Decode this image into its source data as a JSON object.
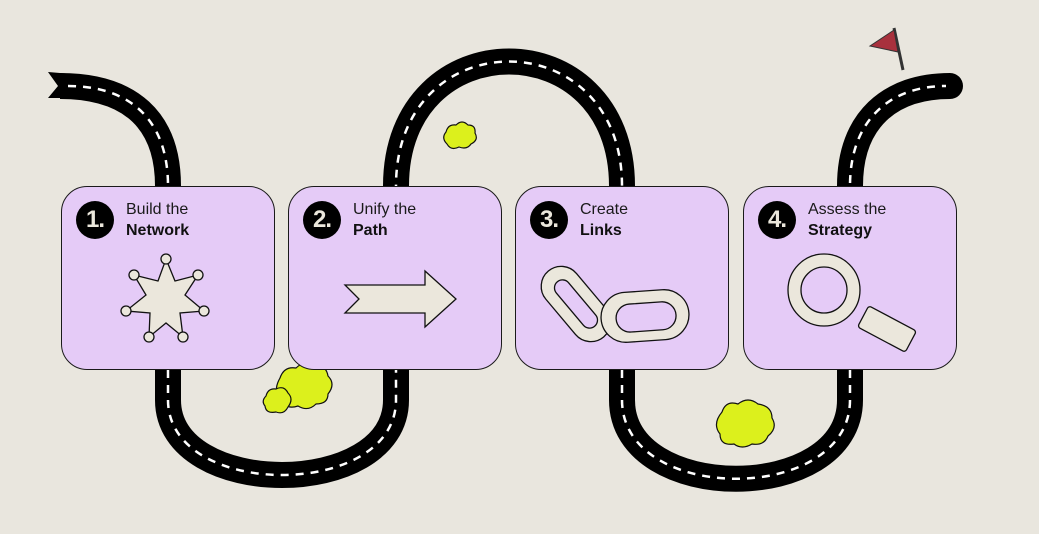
{
  "steps": [
    {
      "number": "1.",
      "line1": "Build the",
      "line2": "Network",
      "icon": "network-star-icon"
    },
    {
      "number": "2.",
      "line1": "Unify the",
      "line2": "Path",
      "icon": "arrow-right-icon"
    },
    {
      "number": "3.",
      "line1": "Create",
      "line2": "Links",
      "icon": "chain-link-icon"
    },
    {
      "number": "4.",
      "line1": "Assess the",
      "line2": "Strategy",
      "icon": "magnifier-icon"
    }
  ],
  "colors": {
    "background": "#e9e6de",
    "card": "#e5cbf7",
    "road": "#000000",
    "bush": "#dcf01c",
    "flag": "#a8313d",
    "icon_fill": "#ebe7dc"
  }
}
